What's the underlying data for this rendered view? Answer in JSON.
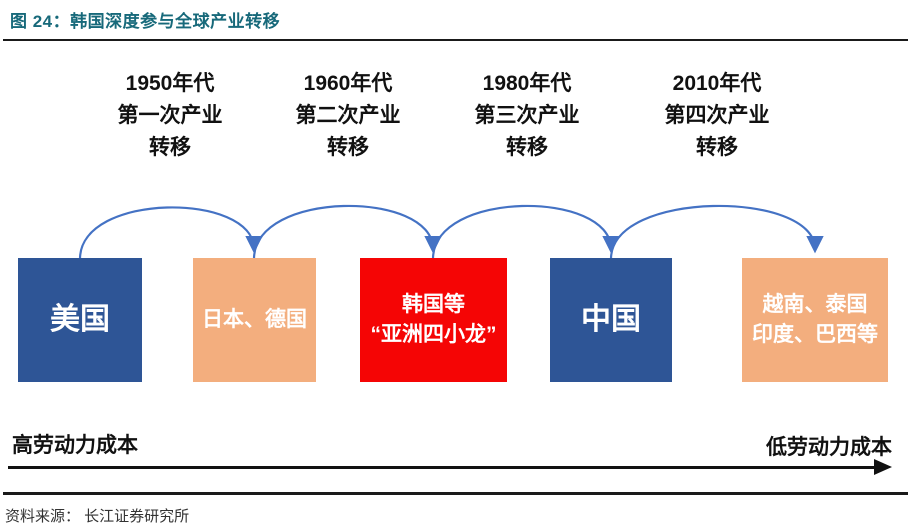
{
  "header": {
    "title": "图 24：韩国深度参与全球产业转移"
  },
  "stages": [
    {
      "period": "1950年代",
      "wave": "第一次产业",
      "suffix": "转移"
    },
    {
      "period": "1960年代",
      "wave": "第二次产业",
      "suffix": "转移"
    },
    {
      "period": "1980年代",
      "wave": "第三次产业",
      "suffix": "转移"
    },
    {
      "period": "2010年代",
      "wave": "第四次产业",
      "suffix": "转移"
    }
  ],
  "boxes": [
    {
      "lines": [
        "美国"
      ],
      "color": "#2E5596"
    },
    {
      "lines": [
        "日本、德国"
      ],
      "color": "#F3AE7E"
    },
    {
      "lines": [
        "韩国等",
        "“亚洲四小龙”"
      ],
      "color": "#F50505"
    },
    {
      "lines": [
        "中国"
      ],
      "color": "#2E5596"
    },
    {
      "lines": [
        "越南、泰国",
        "印度、巴西等"
      ],
      "color": "#F3AE7E"
    }
  ],
  "axis": {
    "left_label": "高劳动力成本",
    "right_label": "低劳动力成本"
  },
  "footer": {
    "source": "资料来源： 长江证券研究所"
  },
  "colors": {
    "title_teal": "#17697A",
    "arrow_blue": "#4472C4",
    "box_blue": "#2E5596",
    "box_orange": "#F3AE7E",
    "box_red": "#F50505",
    "box_text": "#FFFFFF",
    "axis_black": "#111111"
  }
}
